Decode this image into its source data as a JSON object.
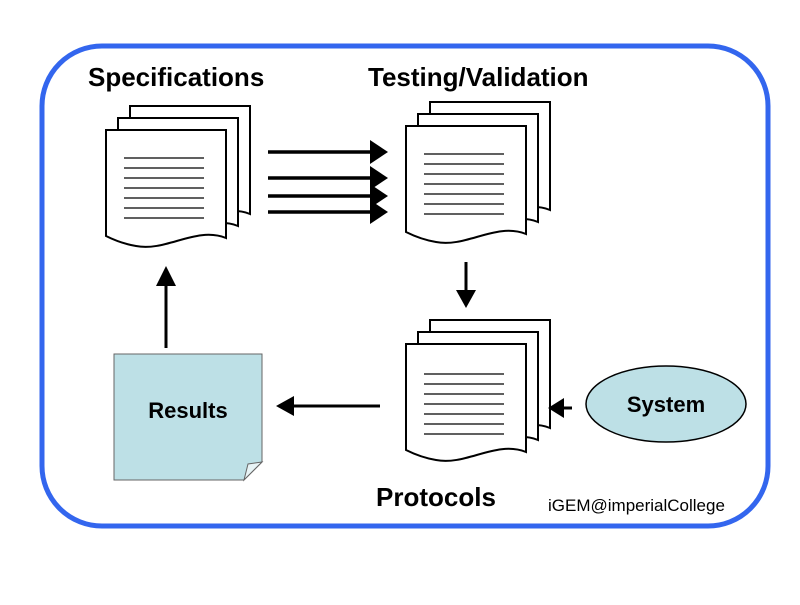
{
  "diagram": {
    "nodes": {
      "specifications": {
        "label": "Specifications"
      },
      "testing": {
        "label": "Testing/Validation"
      },
      "protocols": {
        "label": "Protocols"
      },
      "results": {
        "label": "Results"
      },
      "system": {
        "label": "System"
      }
    },
    "edges": [
      {
        "from": "specifications",
        "to": "testing",
        "count": 4
      },
      {
        "from": "testing",
        "to": "protocols",
        "count": 1
      },
      {
        "from": "system",
        "to": "protocols",
        "count": 1
      },
      {
        "from": "protocols",
        "to": "results",
        "count": 1
      },
      {
        "from": "results",
        "to": "specifications",
        "count": 1
      }
    ],
    "credit": "iGEM@imperialCollege"
  },
  "colors": {
    "frame": "#3366ee",
    "results_fill": "#bde0e6",
    "system_fill": "#bde0e6",
    "ink": "#000000"
  }
}
